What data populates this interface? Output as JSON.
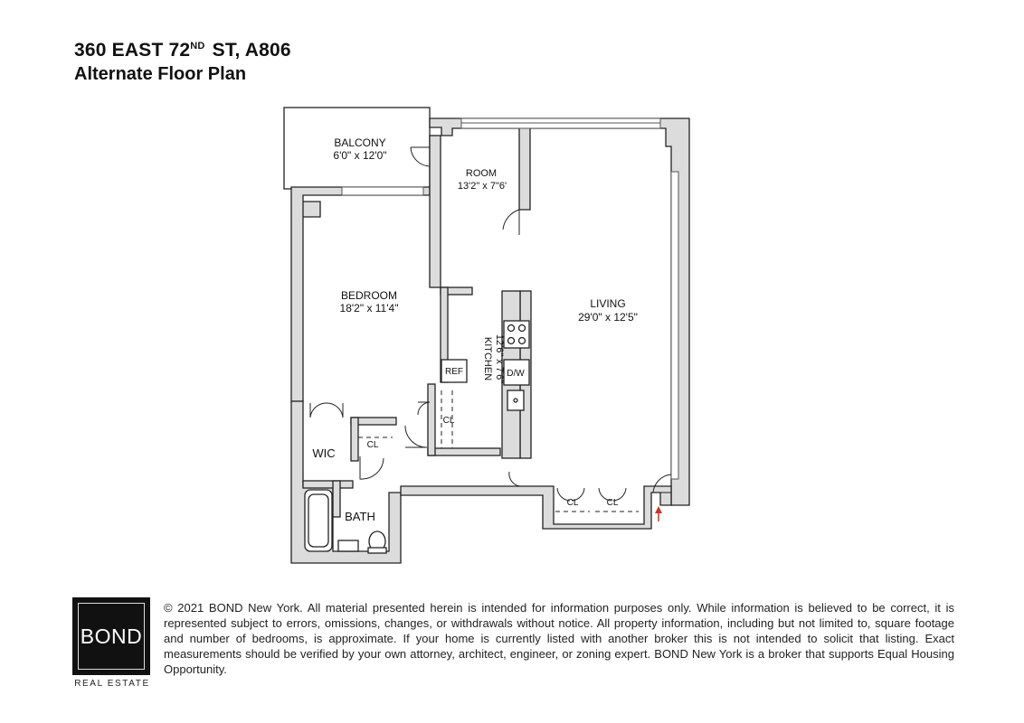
{
  "header": {
    "address_prefix": "360 EAST 72",
    "address_sup": "ND",
    "address_suffix": " ST, A806",
    "subtitle": "Alternate Floor Plan"
  },
  "rooms": {
    "balcony": {
      "name": "BALCONY",
      "dims": "6'0\" x 12'0\""
    },
    "room": {
      "name": "ROOM",
      "dims": "13'2\" x 7\"6'"
    },
    "bedroom": {
      "name": "BEDROOM",
      "dims": "18'2\" x 11'4\""
    },
    "living": {
      "name": "LIVING",
      "dims": "29'0\" x 12'5\""
    },
    "kitchen": {
      "name": "KITCHEN",
      "dims": "12'6\" x 7'6\""
    },
    "wic": {
      "name": "WIC"
    },
    "bath": {
      "name": "BATH"
    }
  },
  "labels": {
    "ref": "REF",
    "dw": "D/W",
    "closet": "CL"
  },
  "footer": {
    "logo_text": "BOND",
    "logo_sub": "REAL ESTATE",
    "disclaimer": "© 2021 BOND New York. All material presented herein is intended for information purposes only. While information is believed to be correct, it is represented subject to errors, omissions, changes, or withdrawals without notice. All property information, including but not limited to, square footage and number of bedrooms, is approximate. If your home is currently listed with another broker this is not intended to solicit that listing. Exact measurements should be verified by your own attorney, architect, engineer, or zoning expert. BOND New York is a broker that supports Equal Housing Opportunity."
  },
  "colors": {
    "wall": "#dcdcdc",
    "line": "#222222",
    "entry_arrow": "#c0392b"
  }
}
